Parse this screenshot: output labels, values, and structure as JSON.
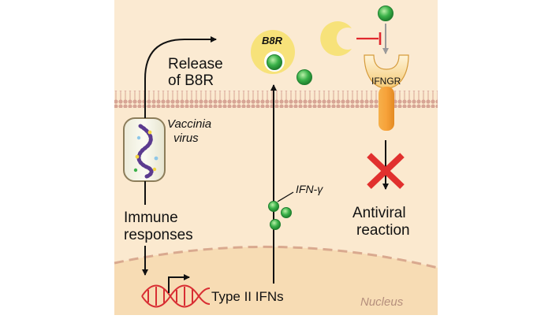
{
  "labels": {
    "release_line1": "Release",
    "release_line2": "of B8R",
    "b8r": "B8R",
    "virus_line1": "Vaccinia",
    "virus_line2": "virus",
    "immune_line1": "Immune",
    "immune_line2": "responses",
    "type2": "Type II IFNs",
    "ifng": "IFN-γ",
    "ifngr": "IFNGR",
    "antiviral_line1": "Antiviral",
    "antiviral_line2": "reaction",
    "nucleus": "Nucleus"
  },
  "colors": {
    "cell": "#fbe9cf",
    "nucleus": "#f7dcb4",
    "membrane": "#d9a89a",
    "b8r_yellow": "#f7e27a",
    "green": "#3bb24a",
    "receptor_orange": "#f29b2e",
    "inhibit_red": "#e0282e",
    "cross_red": "#e1302e",
    "dna_red": "#d82e33",
    "virus_purple": "#5b3b8f"
  }
}
